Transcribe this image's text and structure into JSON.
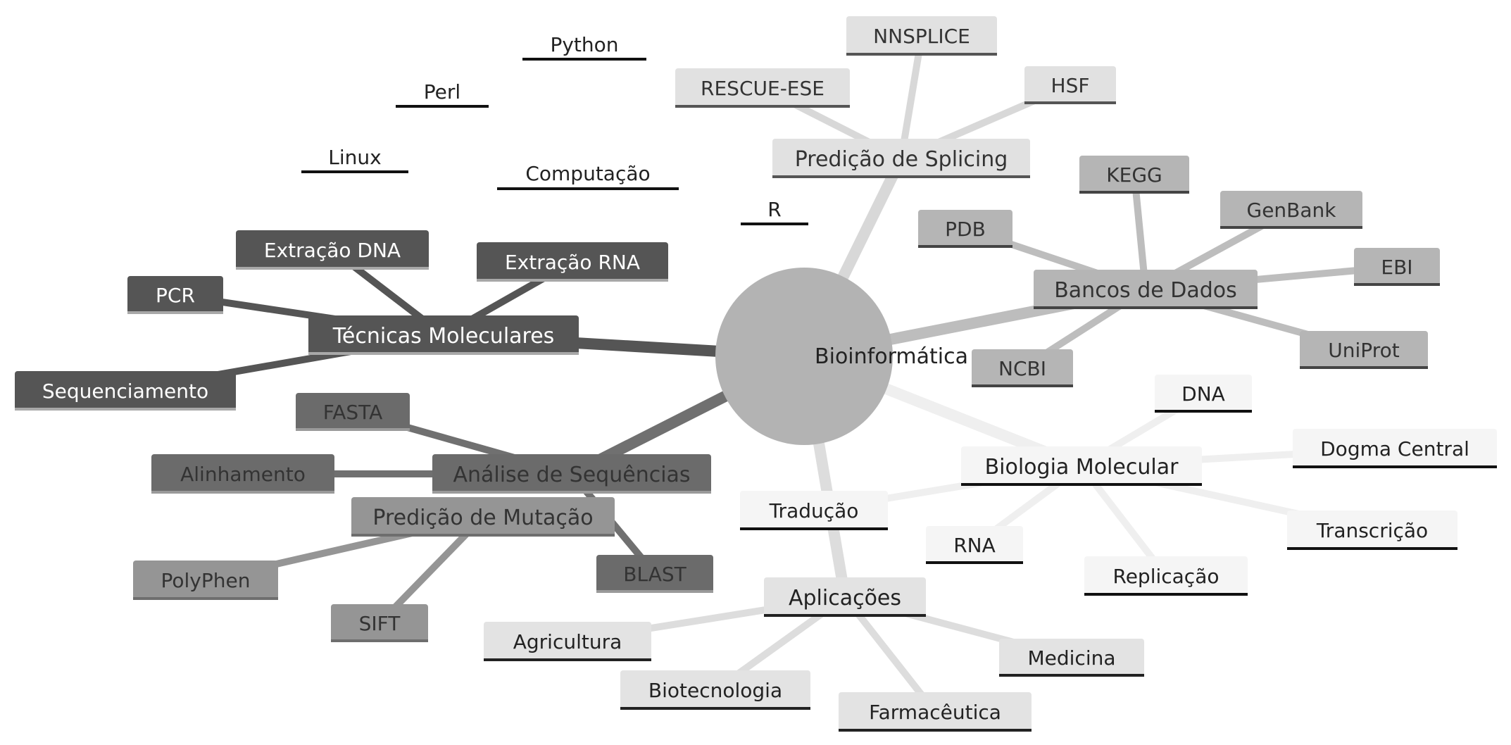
{
  "root": {
    "label": "Bioinformática",
    "fill": "#b3b3b3",
    "color": "#222222"
  },
  "branches": [
    {
      "key": "tecnicas-moleculares",
      "label": "Técnicas Moleculares",
      "fill": "#555555",
      "text": "#ffffff",
      "border": "#a8a8a8",
      "line": "#555555",
      "children": [
        "PCR",
        "Extração DNA",
        "Extração RNA",
        "Sequenciamento"
      ]
    },
    {
      "key": "analise-de-sequencias",
      "label": "Análise de Sequências",
      "fill": "#6b6b6b",
      "text": "#333333",
      "border": "#9a9a9a",
      "line": "#707070",
      "children": [
        "FASTA",
        "Alinhamento",
        "BLAST"
      ]
    },
    {
      "key": "predicao-de-mutacao",
      "label": "Predição de Mutação",
      "fill": "#959595",
      "text": "#333333",
      "border": "#6e6e6e",
      "line": "#959595",
      "children": [
        "PolyPhen",
        "SIFT"
      ]
    },
    {
      "key": "predicao-de-splicing",
      "label": "Predição de Splicing",
      "fill": "#e1e1e1",
      "text": "#333333",
      "border": "#555555",
      "line": "#d8d8d8",
      "children": [
        "RESCUE-ESE",
        "NNSPLICE",
        "HSF"
      ]
    },
    {
      "key": "bancos-de-dados",
      "label": "Bancos de Dados",
      "fill": "#b5b5b5",
      "text": "#333333",
      "border": "#444444",
      "line": "#bdbdbd",
      "children": [
        "PDB",
        "KEGG",
        "GenBank",
        "EBI",
        "UniProt",
        "NCBI"
      ]
    },
    {
      "key": "biologia-molecular",
      "label": "Biologia Molecular",
      "fill": "#f5f5f5",
      "text": "#222222",
      "border": "#111111",
      "line": "#efefef",
      "children": [
        "DNA",
        "Dogma Central",
        "Transcrição",
        "Replicação",
        "RNA",
        "Tradução"
      ]
    },
    {
      "key": "aplicacoes",
      "label": "Aplicações",
      "fill": "#e3e3e3",
      "text": "#222222",
      "border": "#222222",
      "line": "#dddddd",
      "children": [
        "Agricultura",
        "Biotecnologia",
        "Farmacêutica",
        "Medicina"
      ]
    },
    {
      "key": "computacao",
      "label": "Computação",
      "fill": "#ffffff",
      "text": "#222222",
      "border": "#111111",
      "line": "#ffffff",
      "children": [
        "Python",
        "Perl",
        "Linux",
        "R"
      ]
    }
  ]
}
